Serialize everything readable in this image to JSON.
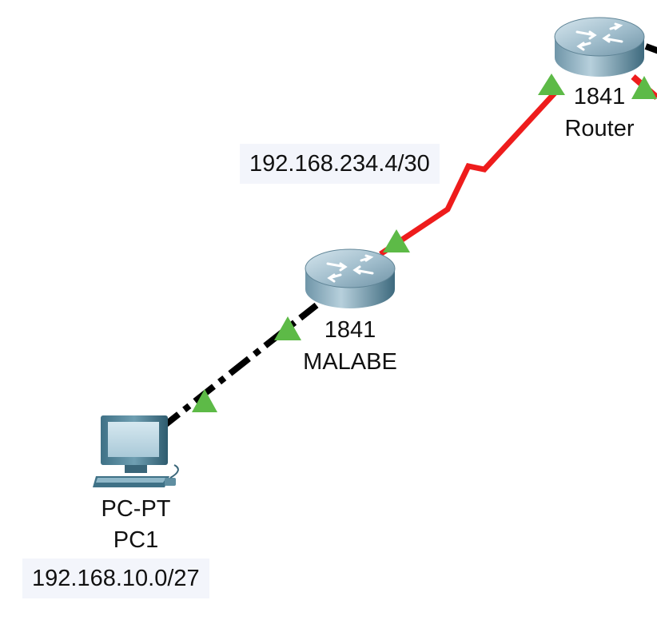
{
  "devices": {
    "router_top": {
      "model": "1841",
      "name": "Router",
      "icon": "router-icon"
    },
    "router_malabe": {
      "model": "1841",
      "name": "MALABE",
      "icon": "router-icon"
    },
    "pc1": {
      "model": "PC-PT",
      "name": "PC1",
      "icon": "pc-icon"
    }
  },
  "notes": {
    "wan_network": "192.168.234.4/30",
    "lan_network": "192.168.10.0/27"
  },
  "links": [
    {
      "from": "router_malabe",
      "to": "router_top",
      "type": "serial",
      "color": "#ee1c1c",
      "status": "up"
    },
    {
      "from": "pc1",
      "to": "router_malabe",
      "type": "copper-crossover",
      "color": "#000000",
      "status": "up"
    },
    {
      "from": "router_top",
      "to": "offscreen",
      "type": "copper",
      "color": "#000000",
      "status": "up"
    },
    {
      "from": "router_top",
      "to": "offscreen",
      "type": "serial",
      "color": "#ee1c1c",
      "status": "up"
    }
  ],
  "colors": {
    "serial_link": "#ee1c1c",
    "ethernet_link": "#000000",
    "link_up": "#5dba47",
    "note_background": "#f3f5fb"
  }
}
